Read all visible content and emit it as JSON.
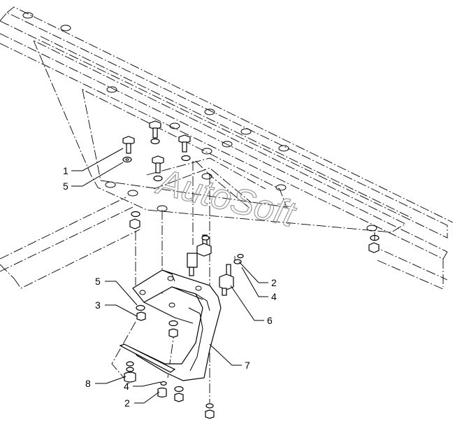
{
  "watermark": "AutoSoft",
  "callouts": [
    {
      "id": "c1",
      "label": "1"
    },
    {
      "id": "c5a",
      "label": "5"
    },
    {
      "id": "c5b",
      "label": "5"
    },
    {
      "id": "c3",
      "label": "3"
    },
    {
      "id": "c8",
      "label": "8"
    },
    {
      "id": "c4a",
      "label": "4"
    },
    {
      "id": "c2a",
      "label": "2"
    },
    {
      "id": "c2b",
      "label": "2"
    },
    {
      "id": "c4b",
      "label": "4"
    },
    {
      "id": "c6",
      "label": "6"
    },
    {
      "id": "c7",
      "label": "7"
    }
  ]
}
